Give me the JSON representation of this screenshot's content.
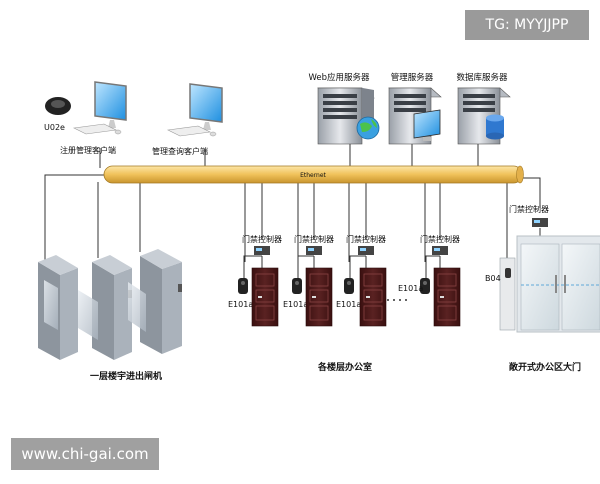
{
  "watermarks": {
    "top": "TG: MYYJJPP",
    "bottom": "www.chi-gai.com"
  },
  "servers": [
    {
      "label": "Web应用服务器",
      "icon": "globe-icon"
    },
    {
      "label": "管理服务器",
      "icon": "monitor-icon"
    },
    {
      "label": "数据库服务器",
      "icon": "database-icon"
    }
  ],
  "clients": [
    {
      "label": "注册管理客户端",
      "device_label": "U02e"
    },
    {
      "label": "管理查询客户端"
    }
  ],
  "network": {
    "label": "Ethernet"
  },
  "controllers": [
    {
      "label": "门禁控制器",
      "reader_label": "E101a"
    },
    {
      "label": "门禁控制器",
      "reader_label": "E101a"
    },
    {
      "label": "门禁控制器",
      "reader_label": "E101a"
    },
    {
      "label": "门禁控制器",
      "reader_label": "E101a"
    }
  ],
  "main_door": {
    "controller_label": "门禁控制器",
    "reader_label": "B04"
  },
  "sections": {
    "turnstile": "一层楼宇进出闸机",
    "offices": "各楼层办公室",
    "main_door": "敞开式办公区大门"
  },
  "colors": {
    "ethernet": "#f0c25a",
    "door": "#4a1a1a",
    "gate_glass": "#bfc6cf",
    "server": "#cfd3d8"
  }
}
